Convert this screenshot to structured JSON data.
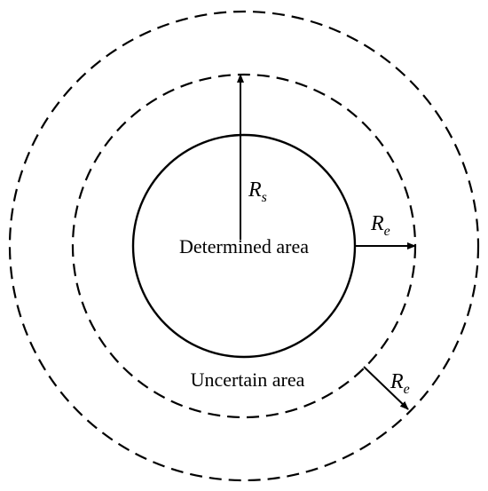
{
  "labels": {
    "determined_area": "Determined area",
    "uncertain_area": "Uncertain area",
    "rs_symbol": "R",
    "rs_subscript": "s",
    "re_symbol": "R",
    "re_subscript": "e",
    "re_outer_symbol": "R",
    "re_outer_subscript": "e"
  },
  "colors": {
    "stroke": "#000000",
    "background": "#ffffff"
  }
}
